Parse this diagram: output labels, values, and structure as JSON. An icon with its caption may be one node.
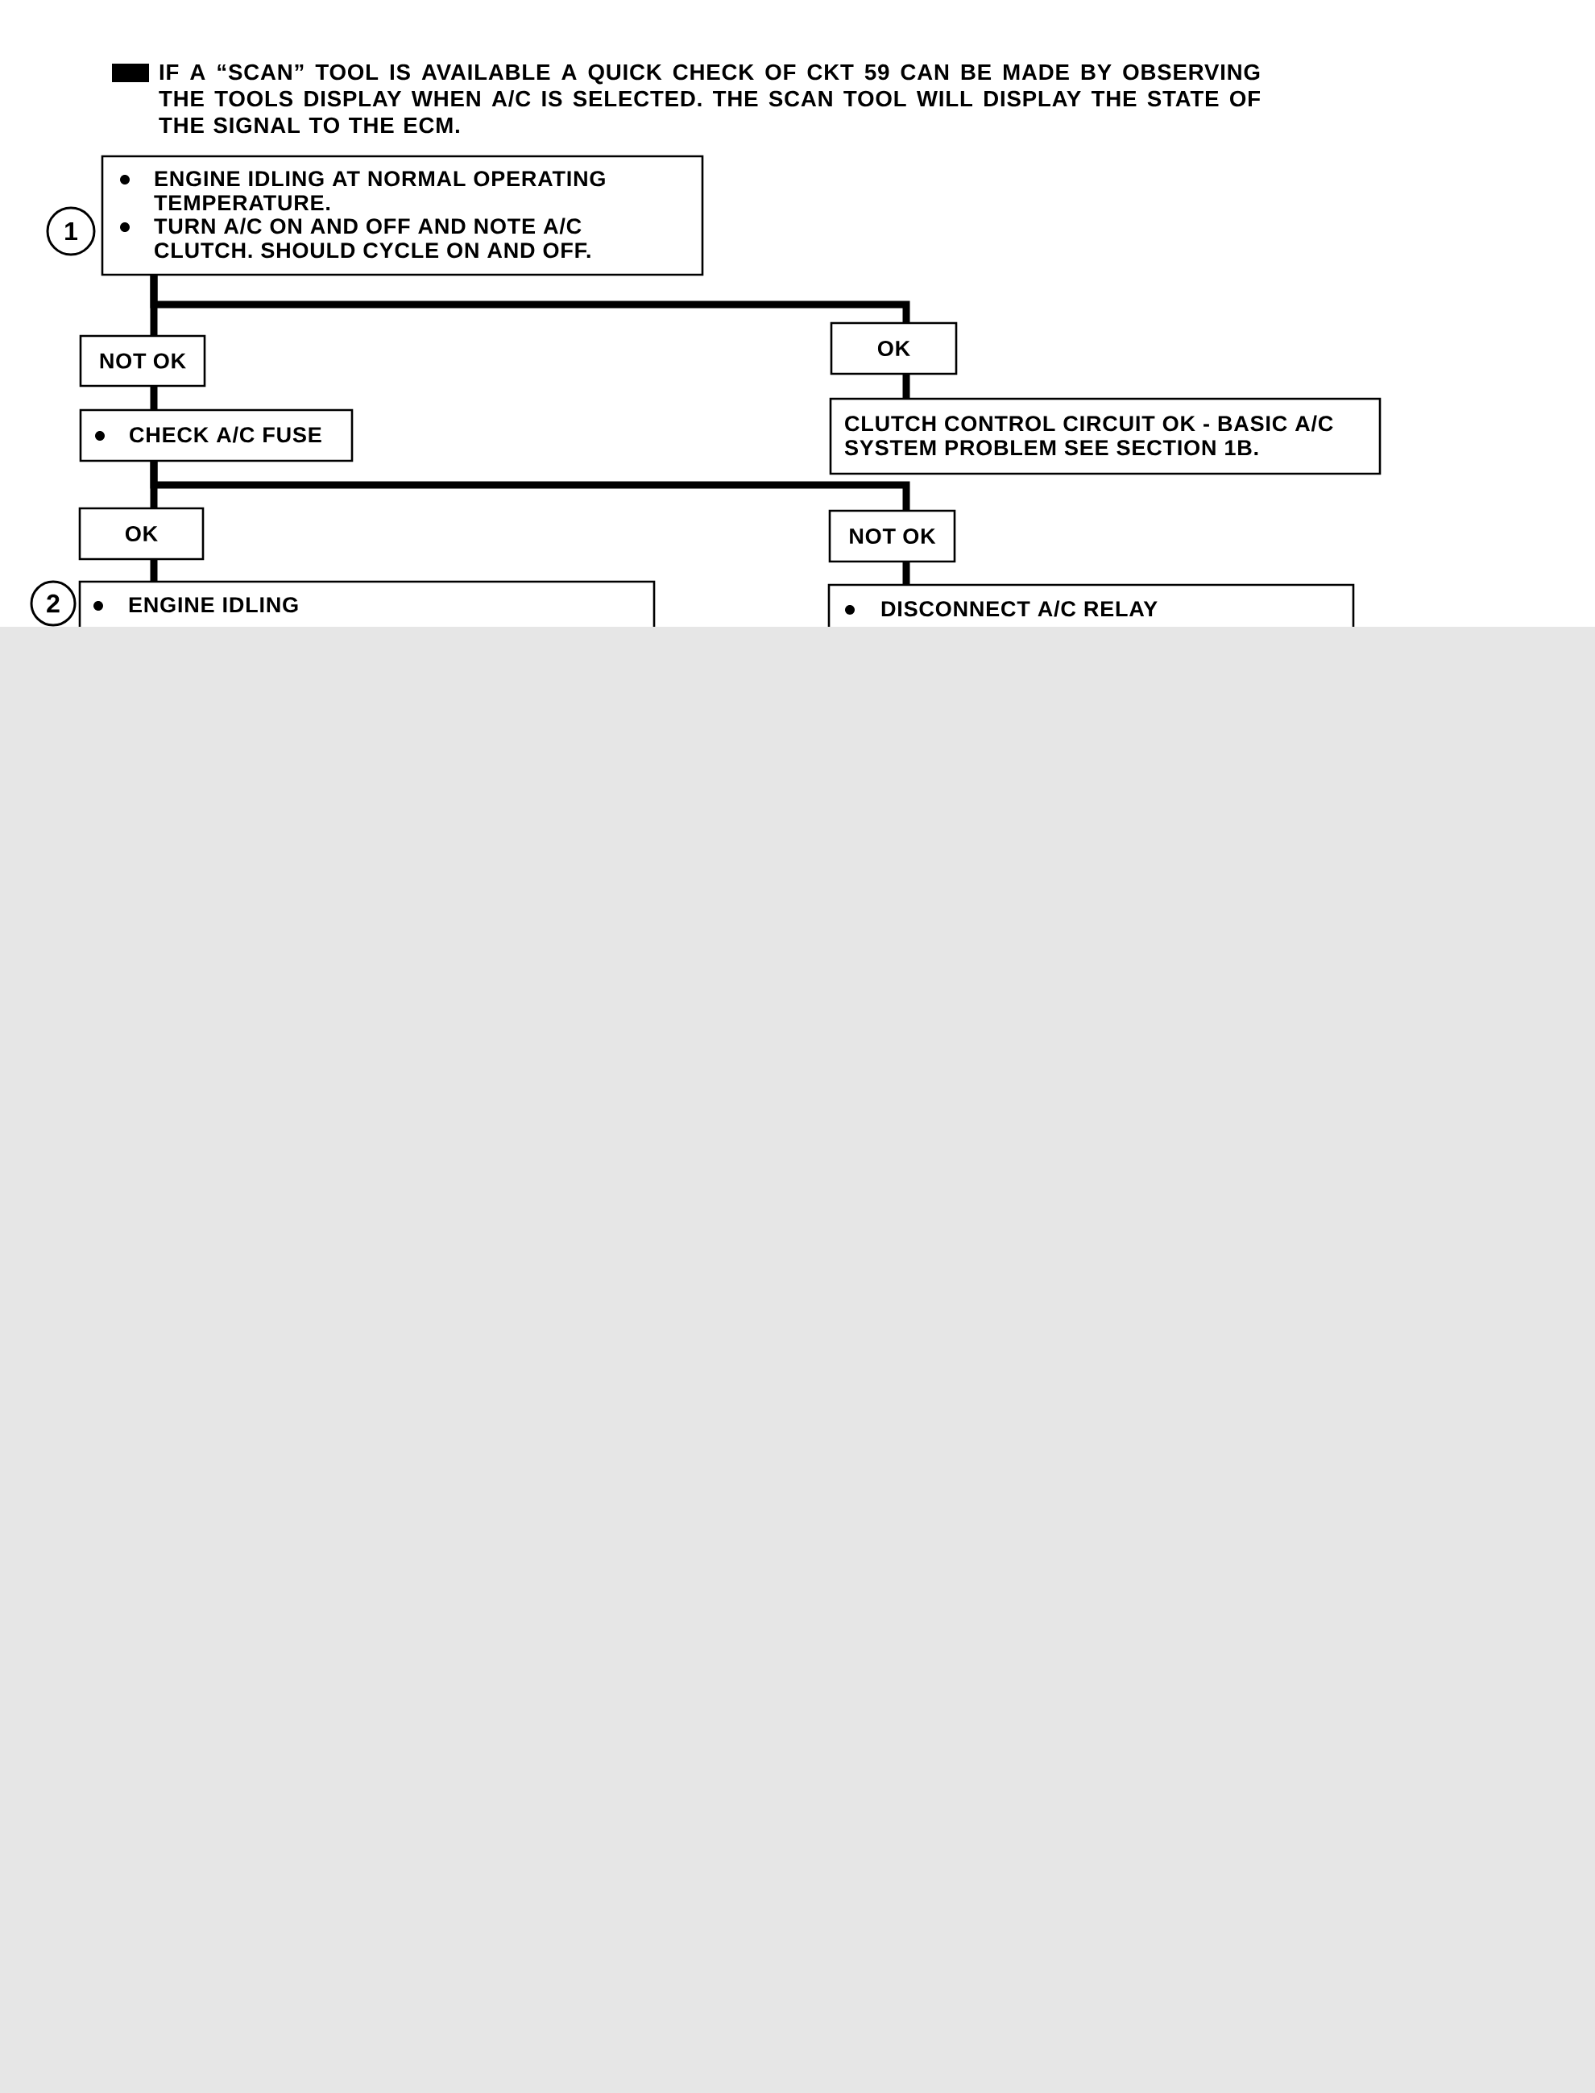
{
  "diagram": {
    "nodes": [
      {
        "text": [
          "1"
        ]
      },
      {
        "text": [
          "ENGINE IDLING AT NORMAL OPERATING TEMPERATURE.",
          "TURN A/C ON AND OFF AND NOTE A/C CLUTCH. SHOULD CYCLE ON AND OFF."
        ]
      },
      {
        "text": [
          "NOT OK"
        ]
      },
      {
        "text": [
          "OK"
        ]
      },
      {
        "text": [
          "CHECK A/C FUSE"
        ]
      },
      {
        "text": [
          "CLUTCH CONTROL CIRCUIT OK - BASIC A/C SYSTEM PROBLEM SEE SECTION 1B."
        ]
      },
      {
        "text": [
          "OK"
        ]
      },
      {
        "text": [
          "NOT OK"
        ]
      },
      {
        "text": [
          "2"
        ]
      },
      {
        "text": [
          "ENGINE IDLING"
        ]
      },
      {
        "text": [
          "DISCONNECT A/C RELAY"
        ]
      }
    ],
    "edges": [
      {
        "from": 1,
        "to": 2,
        "arrow": "none"
      },
      {
        "from": 1,
        "to": 3,
        "arrow": "none"
      },
      {
        "from": 2,
        "to": 4,
        "arrow": "none"
      },
      {
        "from": 3,
        "to": 5,
        "arrow": "none"
      },
      {
        "from": 4,
        "to": 6,
        "arrow": "none"
      },
      {
        "from": 4,
        "to": 7,
        "arrow": "none"
      },
      {
        "from": 6,
        "to": 9,
        "arrow": "none"
      },
      {
        "from": 7,
        "to": 10,
        "arrow": "none"
      }
    ],
    "labels": [
      "IF A “SCAN” TOOL IS AVAILABLE A QUICK CHECK OF CKT 59 CAN BE MADE BY OBSERVING THE TOOLS DISPLAY WHEN A/C IS SELECTED. THE SCAN TOOL WILL DISPLAY THE STATE OF THE SIGNAL TO THE ECM."
    ]
  }
}
